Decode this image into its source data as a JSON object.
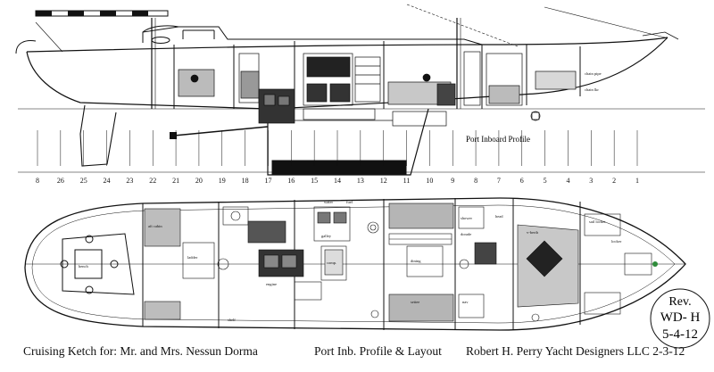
{
  "profile_label": "Port Inboard Profile",
  "station_numbers": [
    "8",
    "26",
    "25",
    "24",
    "23",
    "22",
    "21",
    "20",
    "19",
    "18",
    "17",
    "16",
    "15",
    "14",
    "13",
    "12",
    "11",
    "10",
    "9",
    "8",
    "7",
    "6",
    "5",
    "4",
    "3",
    "2",
    "1"
  ],
  "interior_labels": {
    "chain_pipe": "chain pipe",
    "chain_lkr": "chain lkr",
    "v_berth": "v-berth",
    "locker": "locker",
    "sail_locker": "sail locker",
    "fuel": "fuel",
    "water": "water",
    "dorade": "dorade",
    "shower": "shower",
    "head": "head",
    "settee": "settee",
    "dining": "dining",
    "nav_station": "nav",
    "galley": "galley",
    "engine": "engine",
    "companionway": "comp.",
    "aft_cabin": "aft cabin",
    "ladder": "ladder",
    "bench": "bench",
    "shelf": "shelf"
  },
  "title_block": {
    "client": "Cruising  Ketch   for: Mr. and Mrs. Nessun Dorma",
    "drawing": "Port Inb. Profile & Layout",
    "designer": "Robert H. Perry Yacht Designers LLC  2-3-12"
  },
  "revision": {
    "line1": "Rev.",
    "line2": "WD- H",
    "line3": "5-4-12"
  }
}
